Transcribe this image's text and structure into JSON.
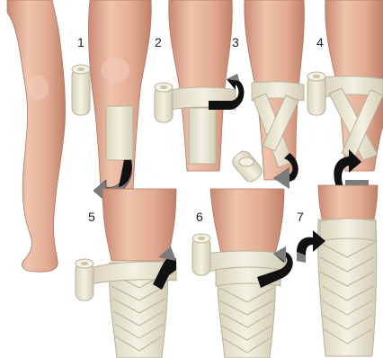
{
  "colors": {
    "skin": "#e9b9a2",
    "skin_shade": "#d39a82",
    "skin_dark": "#b97c66",
    "bandage": "#ece8d6",
    "bandage_edge": "#b8b39a",
    "bandage_shade": "#d6d1ba",
    "arrow": "#111111",
    "arrow_gray": "#7c7c7c",
    "background": "#ffffff"
  },
  "steps": [
    {
      "label": "1"
    },
    {
      "label": "2"
    },
    {
      "label": "3"
    },
    {
      "label": "4"
    },
    {
      "label": "5"
    },
    {
      "label": "6"
    },
    {
      "label": "7"
    }
  ]
}
